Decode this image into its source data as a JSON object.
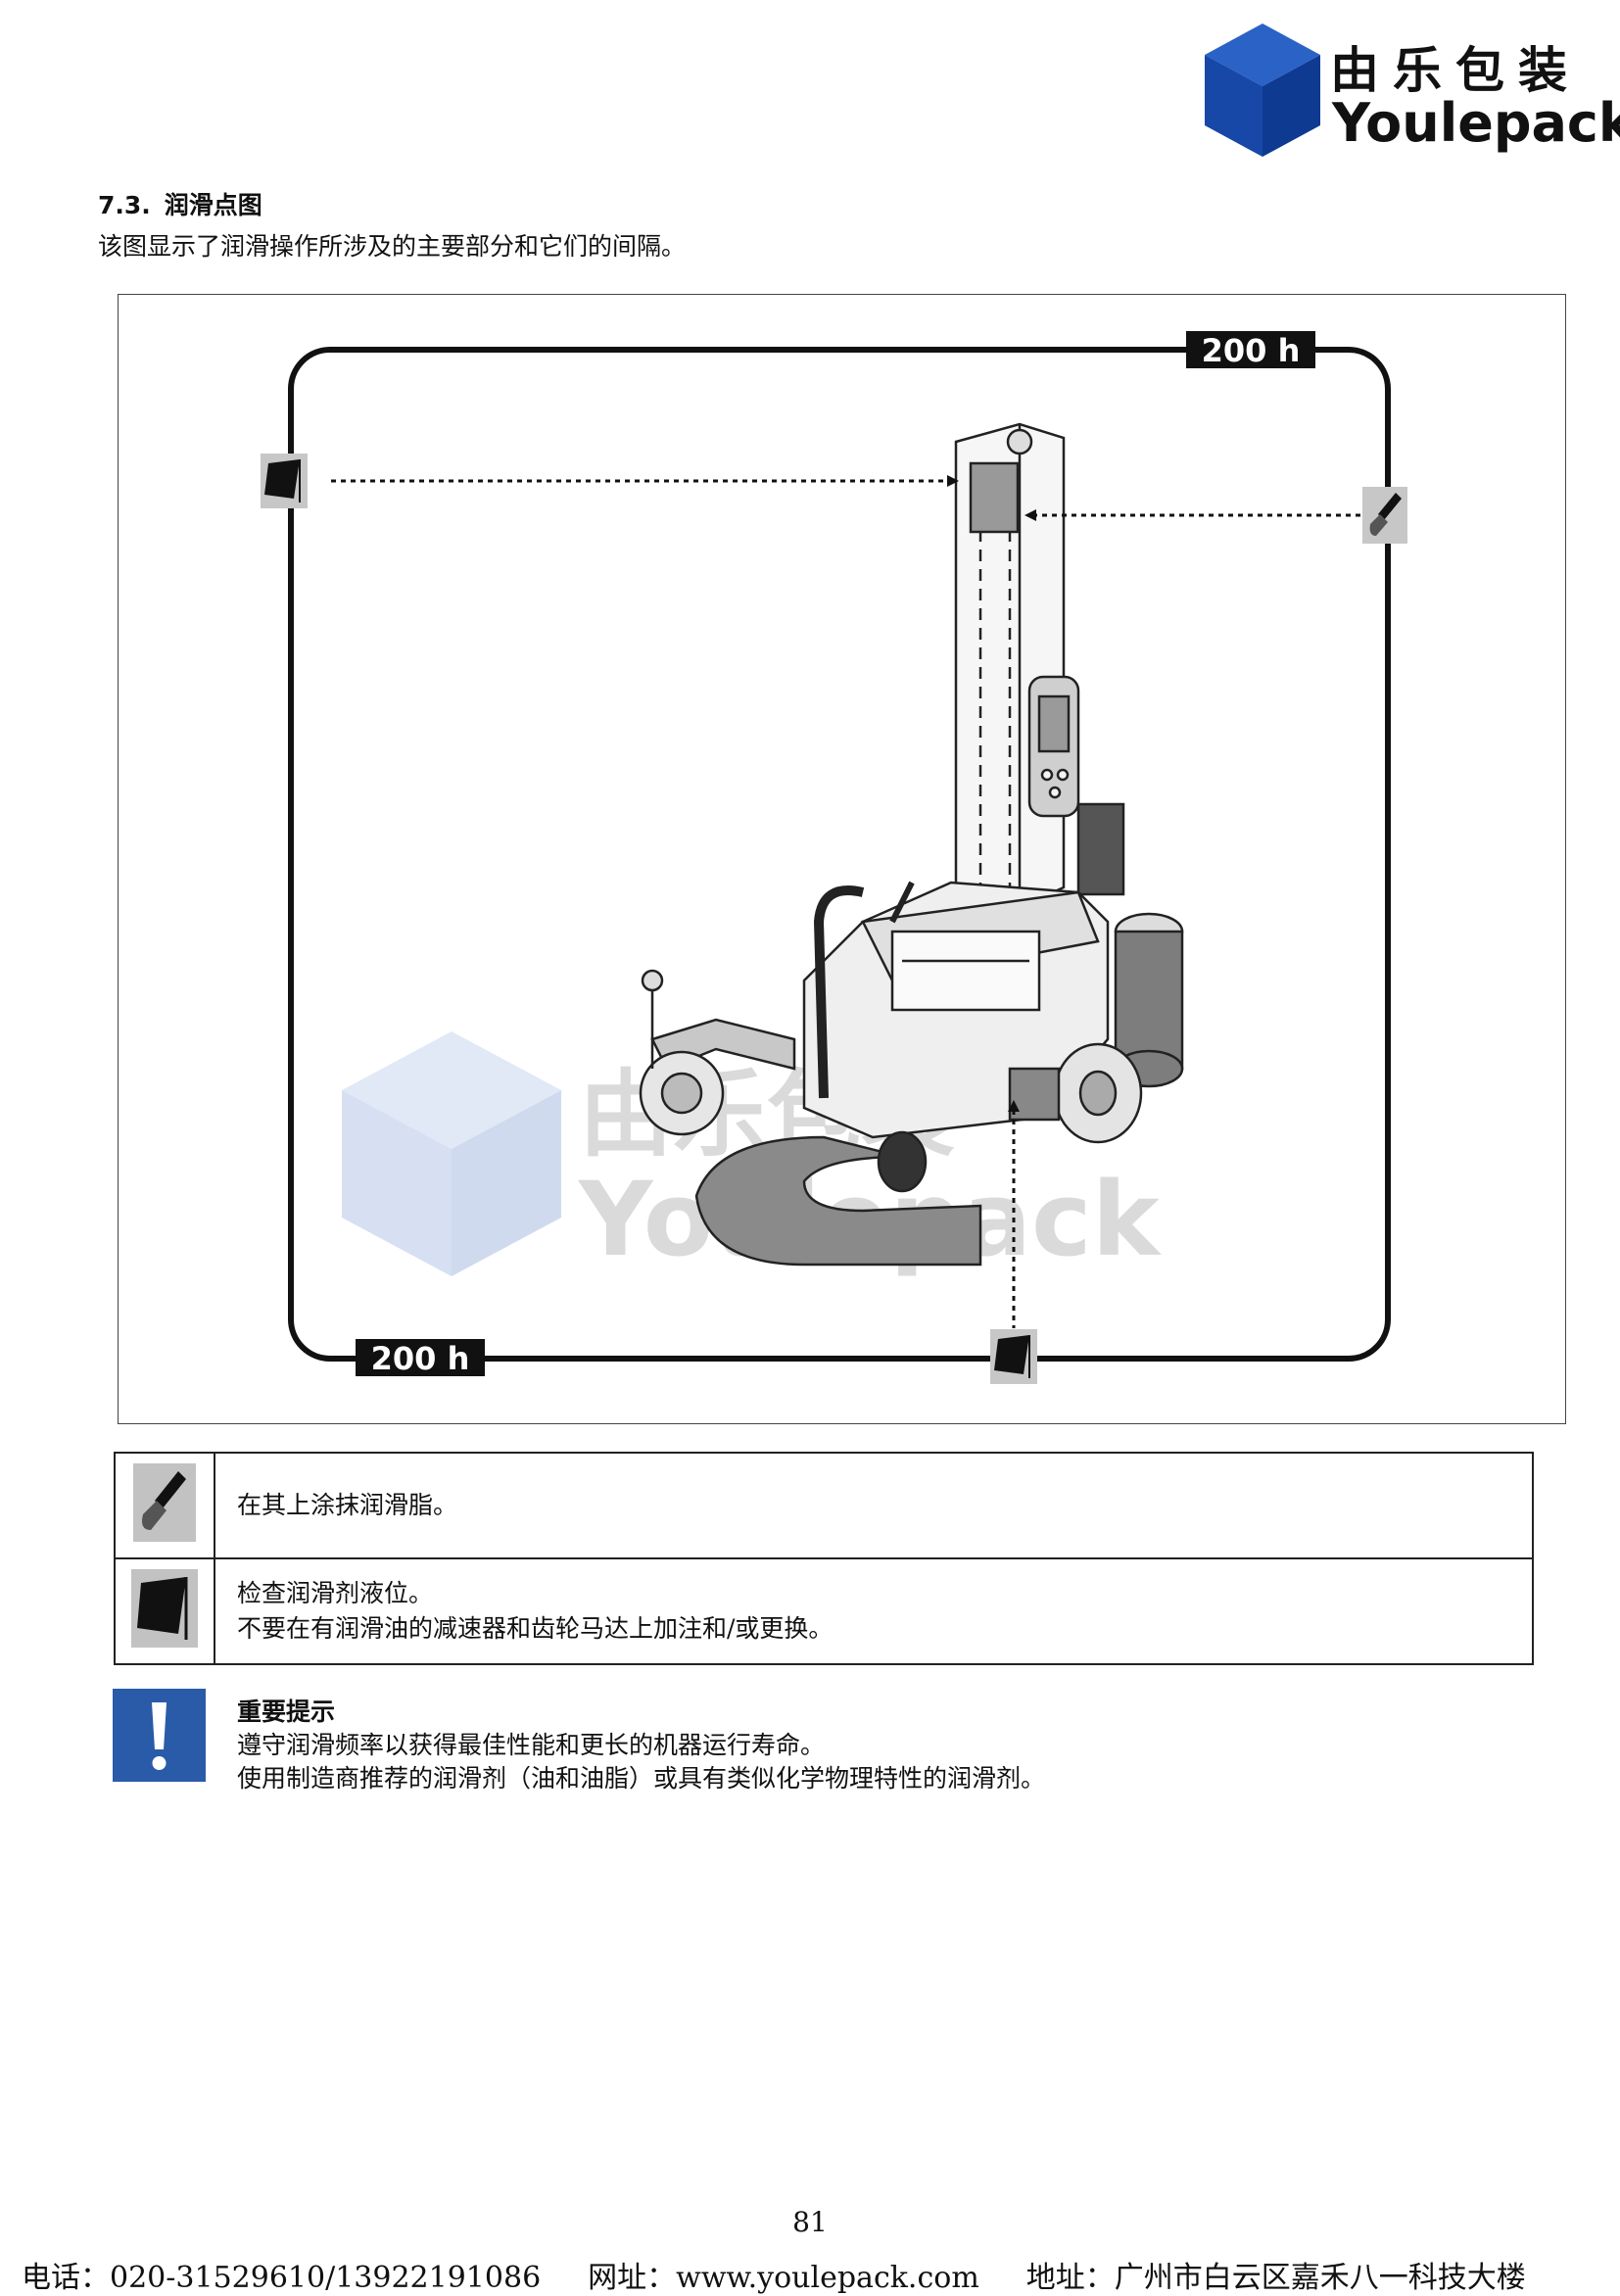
{
  "header": {
    "logo_cn": "由乐包装",
    "logo_en": "Youlepack",
    "cube_colors": {
      "top": "#2b62c6",
      "left": "#1748a8",
      "right": "#0f3a92"
    }
  },
  "section": {
    "number": "7.3.",
    "title": "润滑点图",
    "intro": "该图显示了润滑操作所涉及的主要部分和它们的间隔。"
  },
  "diagram": {
    "interval_top": "200 h",
    "interval_bottom": "200 h",
    "watermark_cn": "由乐包装",
    "watermark_en": "Youlepack",
    "points": [
      {
        "icon": "oil-can-icon",
        "location": "mast-top"
      },
      {
        "icon": "grease-brush-icon",
        "location": "mast-guide"
      },
      {
        "icon": "oil-can-icon",
        "location": "drive-gearbox"
      }
    ]
  },
  "legend": [
    {
      "icon": "grease-brush-icon",
      "lines": [
        "在其上涂抹润滑脂。"
      ]
    },
    {
      "icon": "oil-can-icon",
      "lines": [
        "检查润滑剂液位。",
        "不要在有润滑油的减速器和齿轮马达上加注和/或更换。"
      ]
    }
  ],
  "note": {
    "icon": "exclamation-icon",
    "icon_color": "#2a5ba8",
    "title": "重要提示",
    "line1": "遵守润滑频率以获得最佳性能和更长的机器运行寿命。",
    "line2": "使用制造商推荐的润滑剂（油和油脂）或具有类似化学物理特性的润滑剂。"
  },
  "page_number": "81",
  "footer": {
    "phone": "电话：020-31529610/13922191086",
    "website": "网址：www.youlepack.com",
    "address": "地址：广州市白云区嘉禾八一科技大楼"
  }
}
